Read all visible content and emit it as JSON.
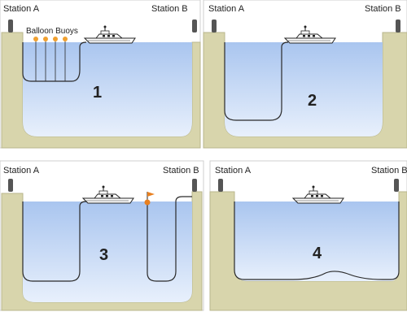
{
  "panels": [
    {
      "number": "1",
      "station_a": "Station A",
      "station_b": "Station B",
      "annotation": "Balloon Buoys"
    },
    {
      "number": "2",
      "station_a": "Station A",
      "station_b": "Station B"
    },
    {
      "number": "3",
      "station_a": "Station A",
      "station_b": "Station B"
    },
    {
      "number": "4",
      "station_a": "Station A",
      "station_b": "Station B"
    }
  ],
  "colors": {
    "ground": "#d8d5ac",
    "ground_edge": "#b9b68c",
    "water_top": "#a9c5ef",
    "water_bottom": "#e4eefc",
    "cable": "#2a2a2a",
    "buoy": "#f0a030",
    "flag": "#e88020",
    "station": "#555555"
  }
}
